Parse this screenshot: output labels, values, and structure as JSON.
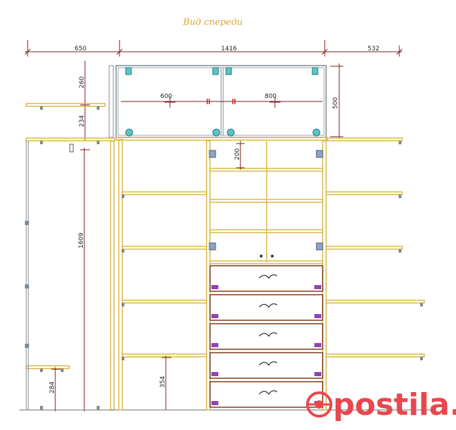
{
  "title": "Вид спереди",
  "dimensions": {
    "left_width": "650",
    "center_width": "1416",
    "right_width": "532",
    "top_height_1": "260",
    "top_height_2": "234",
    "mezzanine_height": "500",
    "door_left_width": "600",
    "door_right_width": "800",
    "drawer_gap": "200",
    "left_tall": "1609",
    "left_low": "284",
    "mid_low": "354"
  },
  "watermark": "postila.ru",
  "colors": {
    "panel": "#d9b848",
    "dimension": "#7a1a1a",
    "steel": "#7f8a92",
    "hinge": "#55c7c7",
    "slide": "#8e44b5",
    "watermark": "#e8474e",
    "title": "#d8a53a"
  },
  "icons": {
    "watermark_logo": "circle-logo-icon"
  }
}
